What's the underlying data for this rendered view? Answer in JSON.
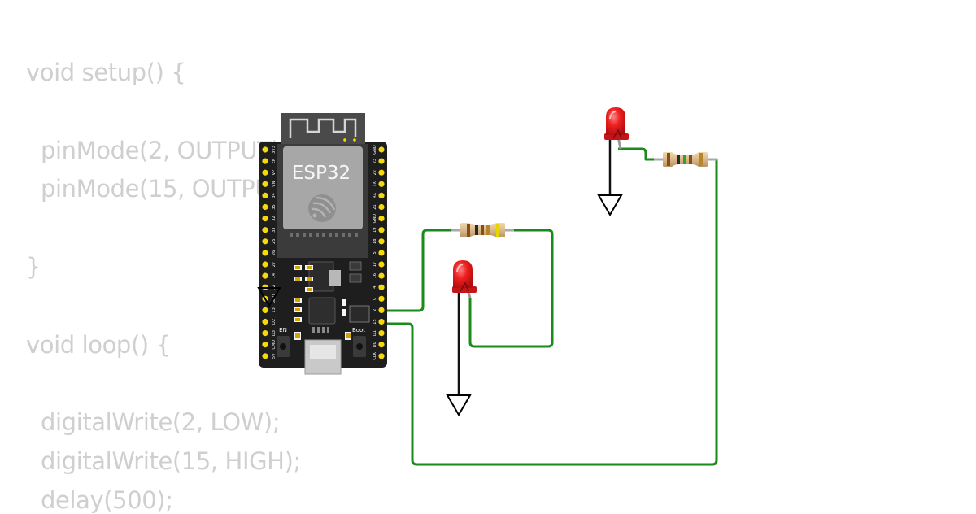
{
  "code": {
    "lines": [
      {
        "text": "void setup() {",
        "indent": 0,
        "row": 0
      },
      {
        "text": "pinMode(2, OUTPUT);",
        "indent": 1,
        "row": 2
      },
      {
        "text": "pinMode(15, OUTPUT);",
        "indent": 1,
        "row": 3
      },
      {
        "text": "}",
        "indent": 0,
        "row": 5
      },
      {
        "text": "void loop() {",
        "indent": 0,
        "row": 7
      },
      {
        "text": "digitalWrite(2, LOW);",
        "indent": 1,
        "row": 9
      },
      {
        "text": "digitalWrite(15, HIGH);",
        "indent": 1,
        "row": 10
      },
      {
        "text": "delay(500);",
        "indent": 1,
        "row": 11
      }
    ]
  },
  "board": {
    "label": "ESP32",
    "en_label": "EN",
    "boot_label": "Boot",
    "left_pins": [
      "3V3",
      "EN",
      "VP",
      "VN",
      "34",
      "35",
      "32",
      "33",
      "25",
      "26",
      "27",
      "14",
      "12",
      "GND",
      "13",
      "D2",
      "D3",
      "CMD",
      "5V"
    ],
    "right_pins": [
      "GND",
      "23",
      "22",
      "TX",
      "RX",
      "21",
      "GND",
      "19",
      "18",
      "5",
      "17",
      "16",
      "4",
      "0",
      "2",
      "15",
      "D1",
      "D0",
      "CLK"
    ]
  },
  "colors": {
    "wire": "#1a8a1a",
    "board": "#1e1e1e",
    "pin": "#f5d90a",
    "led": "#e8151b",
    "code": "#cfcfcf"
  }
}
